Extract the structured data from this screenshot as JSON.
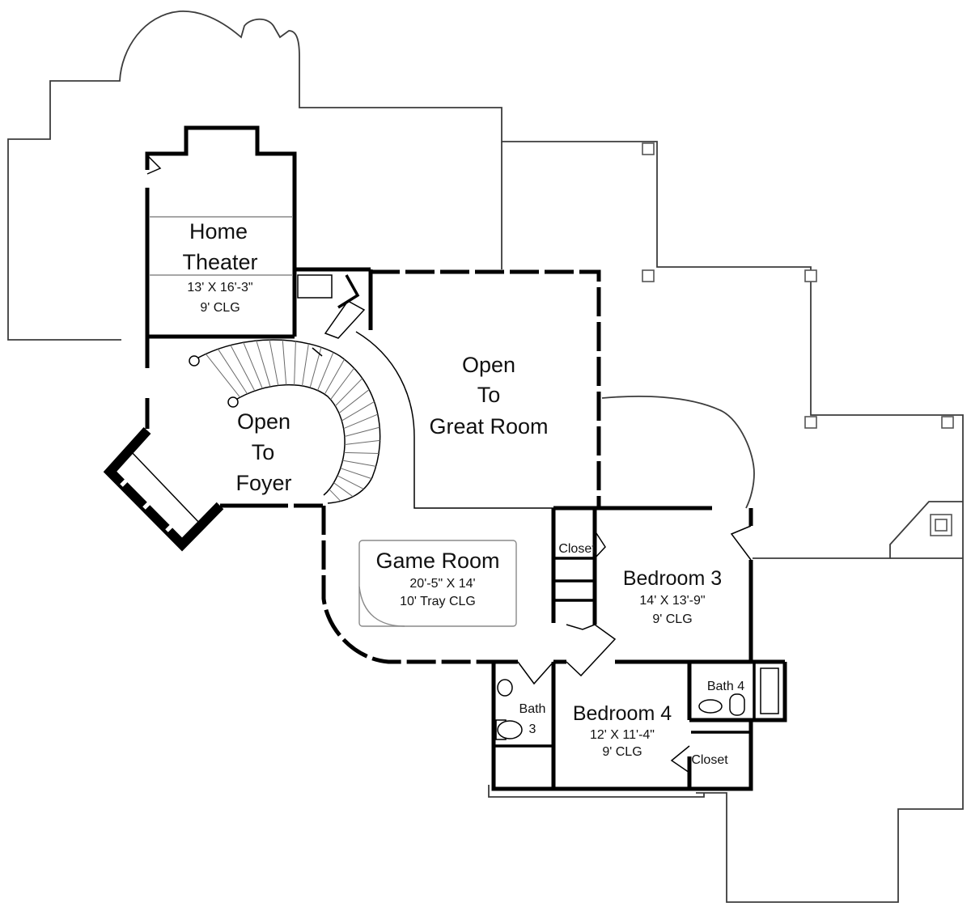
{
  "rooms": {
    "home_theater": {
      "line1": "Home",
      "line2": "Theater",
      "dims": "13' X 16'-3\"",
      "ceiling": "9' CLG"
    },
    "open_to_great_room": {
      "line1": "Open",
      "line2": "To",
      "line3": "Great Room"
    },
    "open_to_foyer": {
      "line1": "Open",
      "line2": "To",
      "line3": "Foyer"
    },
    "game_room": {
      "name": "Game Room",
      "dims": "20'-5\" X 14'",
      "ceiling": "10' Tray CLG"
    },
    "bedroom_3": {
      "name": "Bedroom 3",
      "dims": "14' X 13'-9\"",
      "ceiling": "9' CLG"
    },
    "bedroom_4": {
      "name": "Bedroom 4",
      "dims": "12' X 11'-4\"",
      "ceiling": "9' CLG"
    },
    "bath_3": {
      "line1": "Bath",
      "line2": "3"
    },
    "bath_4": {
      "name": "Bath 4"
    },
    "closet_bedroom_3": {
      "name": "Closet"
    },
    "closet_bedroom_4": {
      "name": "Closet"
    }
  }
}
